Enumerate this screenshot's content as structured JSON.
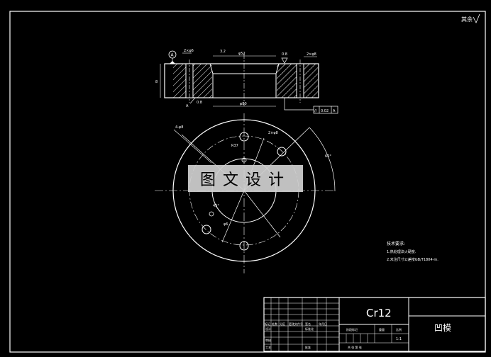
{
  "drawing": {
    "corner_code": "其余",
    "datum_label": "A",
    "tech_requirements": {
      "title": "技术要求:",
      "items": [
        "1.热处理淬火硬度.",
        "2.未注尺寸公差按GB/T1804-m."
      ]
    },
    "section_dims": {
      "top_left": "2×φ6",
      "top_mid": "3.2",
      "top_center": "φ52",
      "top_right_a": "0.8",
      "top_right_b": "2×φ8",
      "bottom_center": "φ80",
      "left_height": "8",
      "bottom_left_a": "A",
      "bottom_left_b": "0.8"
    },
    "tolerance_frame": {
      "symbol": "//",
      "value": "0.02",
      "datum": "A"
    },
    "plan_dims": {
      "top_left": "4-φ8",
      "inner_hole": "2×φ8",
      "radius": "R37",
      "angle": "60°",
      "small_a": "φ6",
      "small_b": "45°"
    }
  },
  "watermark": "图文设计",
  "title_block": {
    "material": "Cr12",
    "part_name": "凹模",
    "row_labels": [
      "标记",
      "处数",
      "分区",
      "更改文件号",
      "签名",
      "年月日"
    ],
    "designer_label": "设计",
    "standardize_label": "标准化",
    "review_label": "审核",
    "process_label": "工艺",
    "approve_label": "批准",
    "stage_label": "阶段标记",
    "weight_label": "重量",
    "scale_label": "比例",
    "scale_value": "1:1",
    "sheet_text": "共 张 第 张"
  }
}
